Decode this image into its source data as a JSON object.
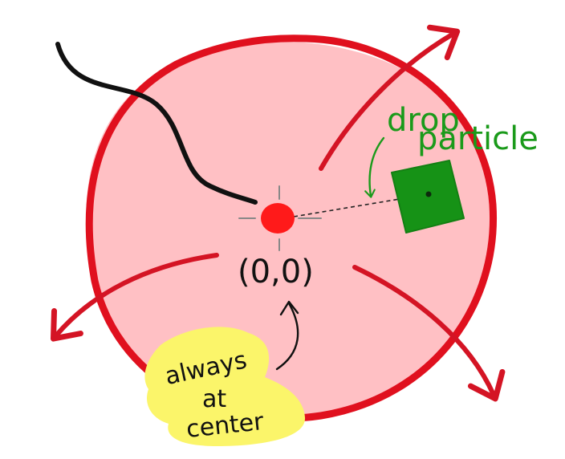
{
  "colors": {
    "circle_fill": "#ffc0c4",
    "circle_stroke": "#e0101e",
    "arrow": "#d41424",
    "particle": "#169216",
    "particle_text": "#1a9a1a",
    "highlight": "#fbf56a",
    "ink": "#111111",
    "origin_dot": "#ff1a1a"
  },
  "labels": {
    "origin": "(0,0)",
    "drop_line1": "drop",
    "drop_line2": "particle",
    "note_line1": "always",
    "note_line2": "at",
    "note_line3": "center"
  }
}
